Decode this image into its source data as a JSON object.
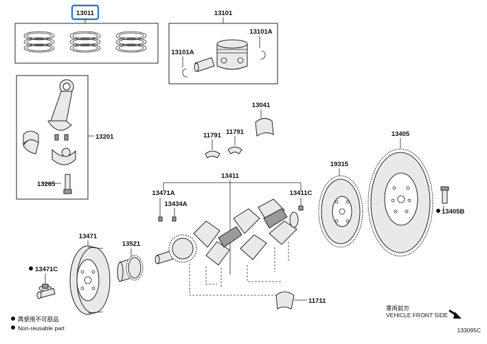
{
  "colors": {
    "highlight": "#2f78c7",
    "line": "#222222"
  },
  "parts": {
    "p13011": "13011",
    "p13101": "13101",
    "p13101A_left": "13101A",
    "p13101A_right": "13101A",
    "p13201": "13201",
    "p13265": "13265",
    "p13041": "13041",
    "p11791_left": "11791",
    "p11791_right": "11791",
    "p13411": "13411",
    "p13471A": "13471A",
    "p13434A": "13434A",
    "p13411C": "13411C",
    "p19315": "19315",
    "p13405": "13405",
    "p13405B": "13405B",
    "p13471": "13471",
    "p13521": "13521",
    "p13471C": "13471C",
    "p11711": "11711"
  },
  "legend": {
    "jp": "再使用不可部品",
    "en": "Non-reusable part"
  },
  "direction": {
    "jp": "車両前方",
    "en": "VEHICLE FRONT SIDE"
  },
  "diagram_id": "133095C"
}
